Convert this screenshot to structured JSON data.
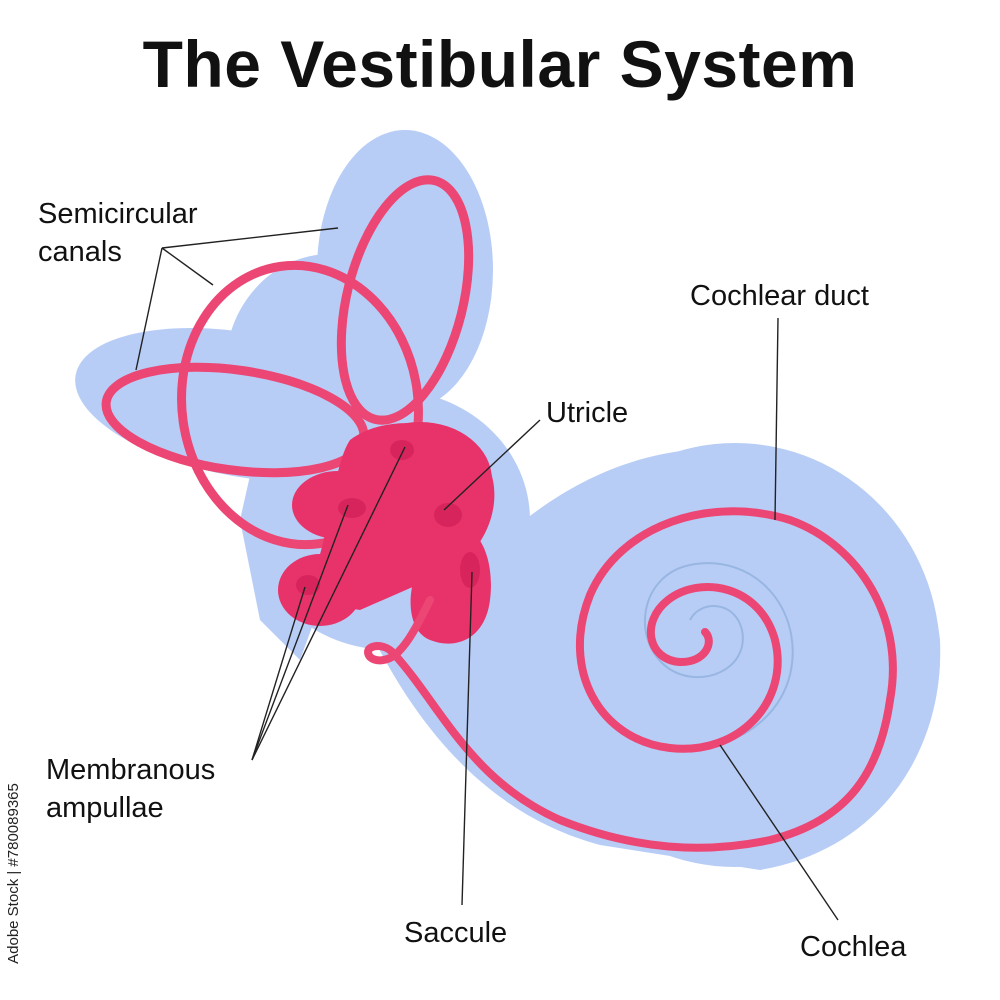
{
  "title": "The Vestibular System",
  "labels": {
    "semicircular_line1": "Semicircular",
    "semicircular_line2": "canals",
    "cochlear_duct": "Cochlear duct",
    "utricle": "Utricle",
    "membranous_line1": "Membranous",
    "membranous_line2": "ampullae",
    "saccule": "Saccule",
    "cochlea": "Cochlea"
  },
  "watermark": "Adobe Stock | #780089365",
  "colors": {
    "bony_labyrinth": "#b8cdf6",
    "membranous_labyrinth": "#ec4674",
    "sac_fill": "#e8336a",
    "sac_shadow": "#d8245c",
    "bony_spiral_line": "#98b6e2",
    "leader_line": "#222222",
    "text": "#111111"
  }
}
